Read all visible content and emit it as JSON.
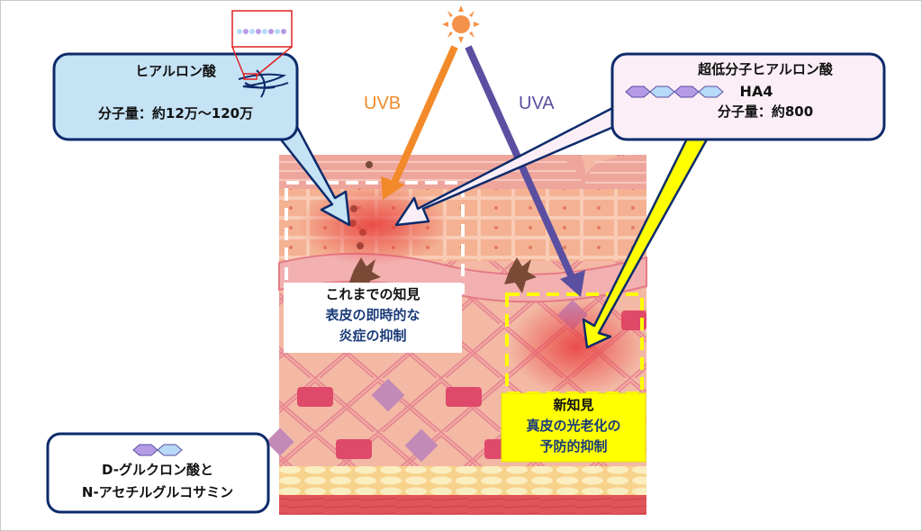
{
  "light": {
    "sun_icon": "sun-icon",
    "uvb_label": "UVB",
    "uva_label": "UVA",
    "uvb_color": "#f28a2a",
    "uva_color": "#5a4fa0"
  },
  "ha_bubble": {
    "title": "ヒアルロン酸",
    "molecular_weight": "分子量：約12万～120万",
    "fill": "#c5e3f5"
  },
  "ha4_bubble": {
    "title": "超低分子ヒアルロン酸",
    "name": "HA4",
    "molecular_weight": "分子量：約800",
    "fill": "#fbeef6"
  },
  "legend": {
    "line1": "D-グルクロン酸と",
    "line2": "N-アセチルグルコサミン"
  },
  "previous_finding": {
    "heading": "これまでの知見",
    "line1": "表皮の即時的な",
    "line2": "炎症の抑制"
  },
  "new_finding": {
    "heading": "新知見",
    "line1": "真皮の光老化の",
    "line2": "予防的抑制",
    "fill": "#ffff00"
  }
}
